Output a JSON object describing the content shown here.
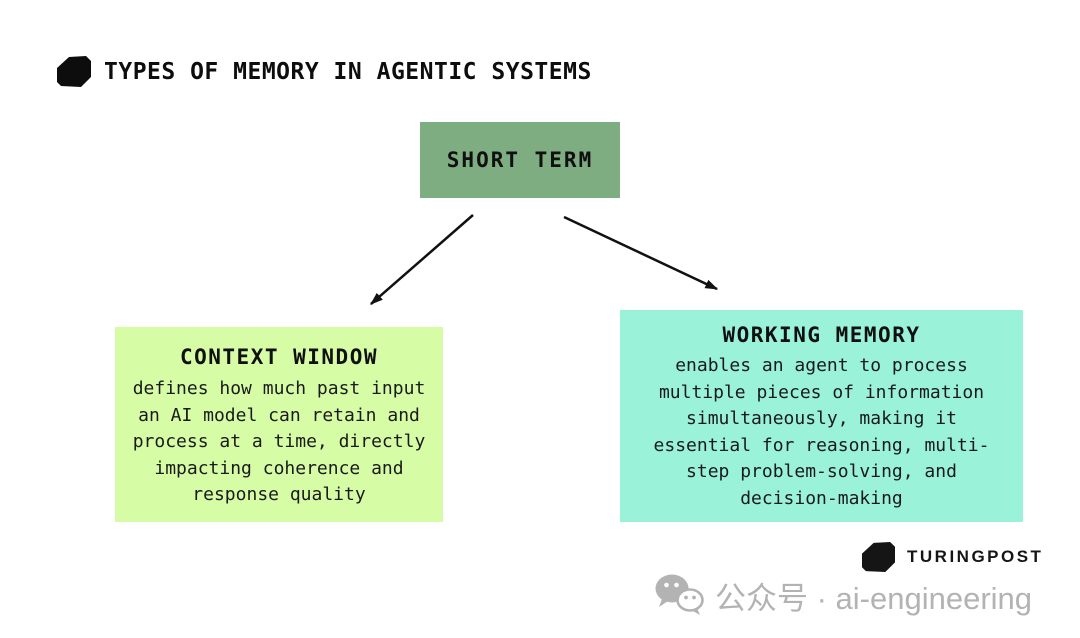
{
  "title": {
    "text": "TYPES OF MEMORY IN AGENTIC SYSTEMS",
    "icon": "cube-icon"
  },
  "tree": {
    "root": {
      "label": "SHORT TERM",
      "bg": "#7ead81"
    },
    "children": [
      {
        "id": "context-window",
        "title": "CONTEXT WINDOW",
        "body": "defines how much past input\nan AI model can retain and\nprocess at a time, directly\nimpacting coherence and\nresponse quality",
        "bg": "#d6fca6"
      },
      {
        "id": "working-memory",
        "title": "WORKING MEMORY",
        "body": "enables an agent to process\nmultiple pieces of information\nsimultaneously, making it\nessential for reasoning, multi-\nstep problem-solving, and\ndecision-making",
        "bg": "#9af2d8"
      }
    ]
  },
  "branding": {
    "logo_text": "TURINGPOST",
    "icon": "cube-icon"
  },
  "watermark": {
    "text": "公众号 · ai-engineering",
    "icon": "wechat-icon",
    "color": "#b3b3b3"
  },
  "colors": {
    "background": "#ffffff",
    "text": "#111111",
    "arrow": "#111111",
    "root_bg": "#7ead81",
    "context_bg": "#d6fca6",
    "working_bg": "#9af2d8",
    "watermark_gray": "#b3b3b3"
  }
}
